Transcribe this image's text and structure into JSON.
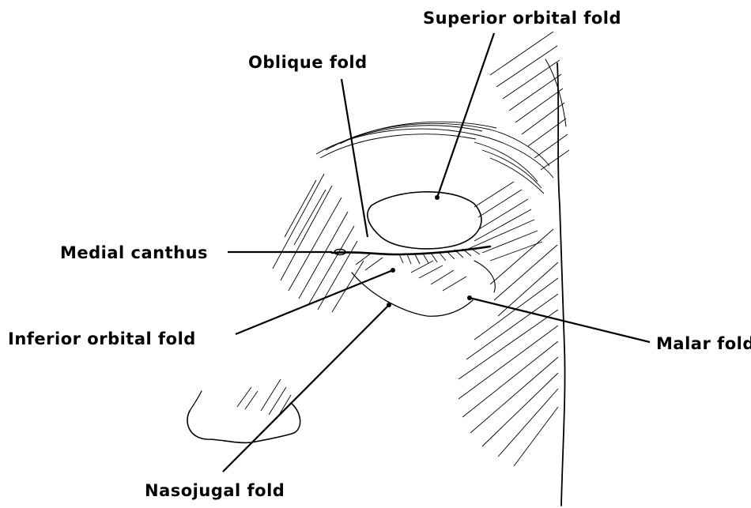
{
  "labels": {
    "superior_orbital_fold": "Superior orbital fold",
    "oblique_fold": "Oblique fold",
    "medial_canthus": "Medial canthus",
    "inferior_orbital_fold": "Inferior orbital fold",
    "malar_fold": "Malar fold",
    "nasojugal_fold": "Nasojugal fold"
  }
}
